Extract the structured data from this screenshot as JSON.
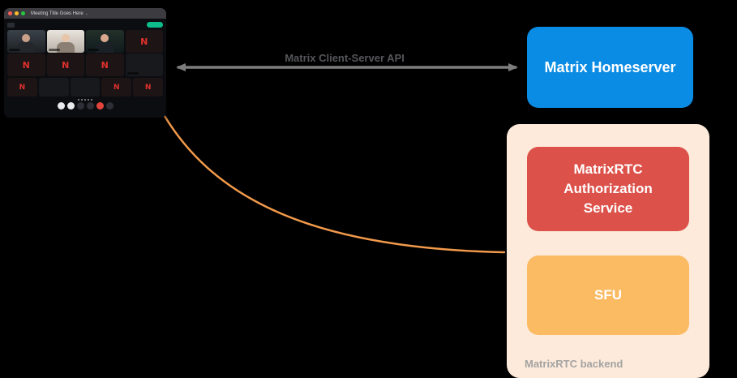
{
  "canvas": {
    "background": "#000000"
  },
  "call": {
    "window_title": "Meeting Title Goes Here",
    "title_chevron": "⌄",
    "n_logo": "N"
  },
  "arrow": {
    "label": "Matrix Client-Server API",
    "line_color": "#7d7d7d",
    "label_color": "#55565a"
  },
  "homeserver": {
    "label": "Matrix Homeserver",
    "color": "#0b8ce4"
  },
  "backend": {
    "label": "MatrixRTC backend",
    "label_color": "#a3a3a3",
    "container_color": "#fdeada",
    "auth_label": "MatrixRTC Authorization Service",
    "auth_color": "#dc524a",
    "sfu_label": "SFU",
    "sfu_color": "#fbbb63",
    "curve_color": "#f29a4b"
  }
}
